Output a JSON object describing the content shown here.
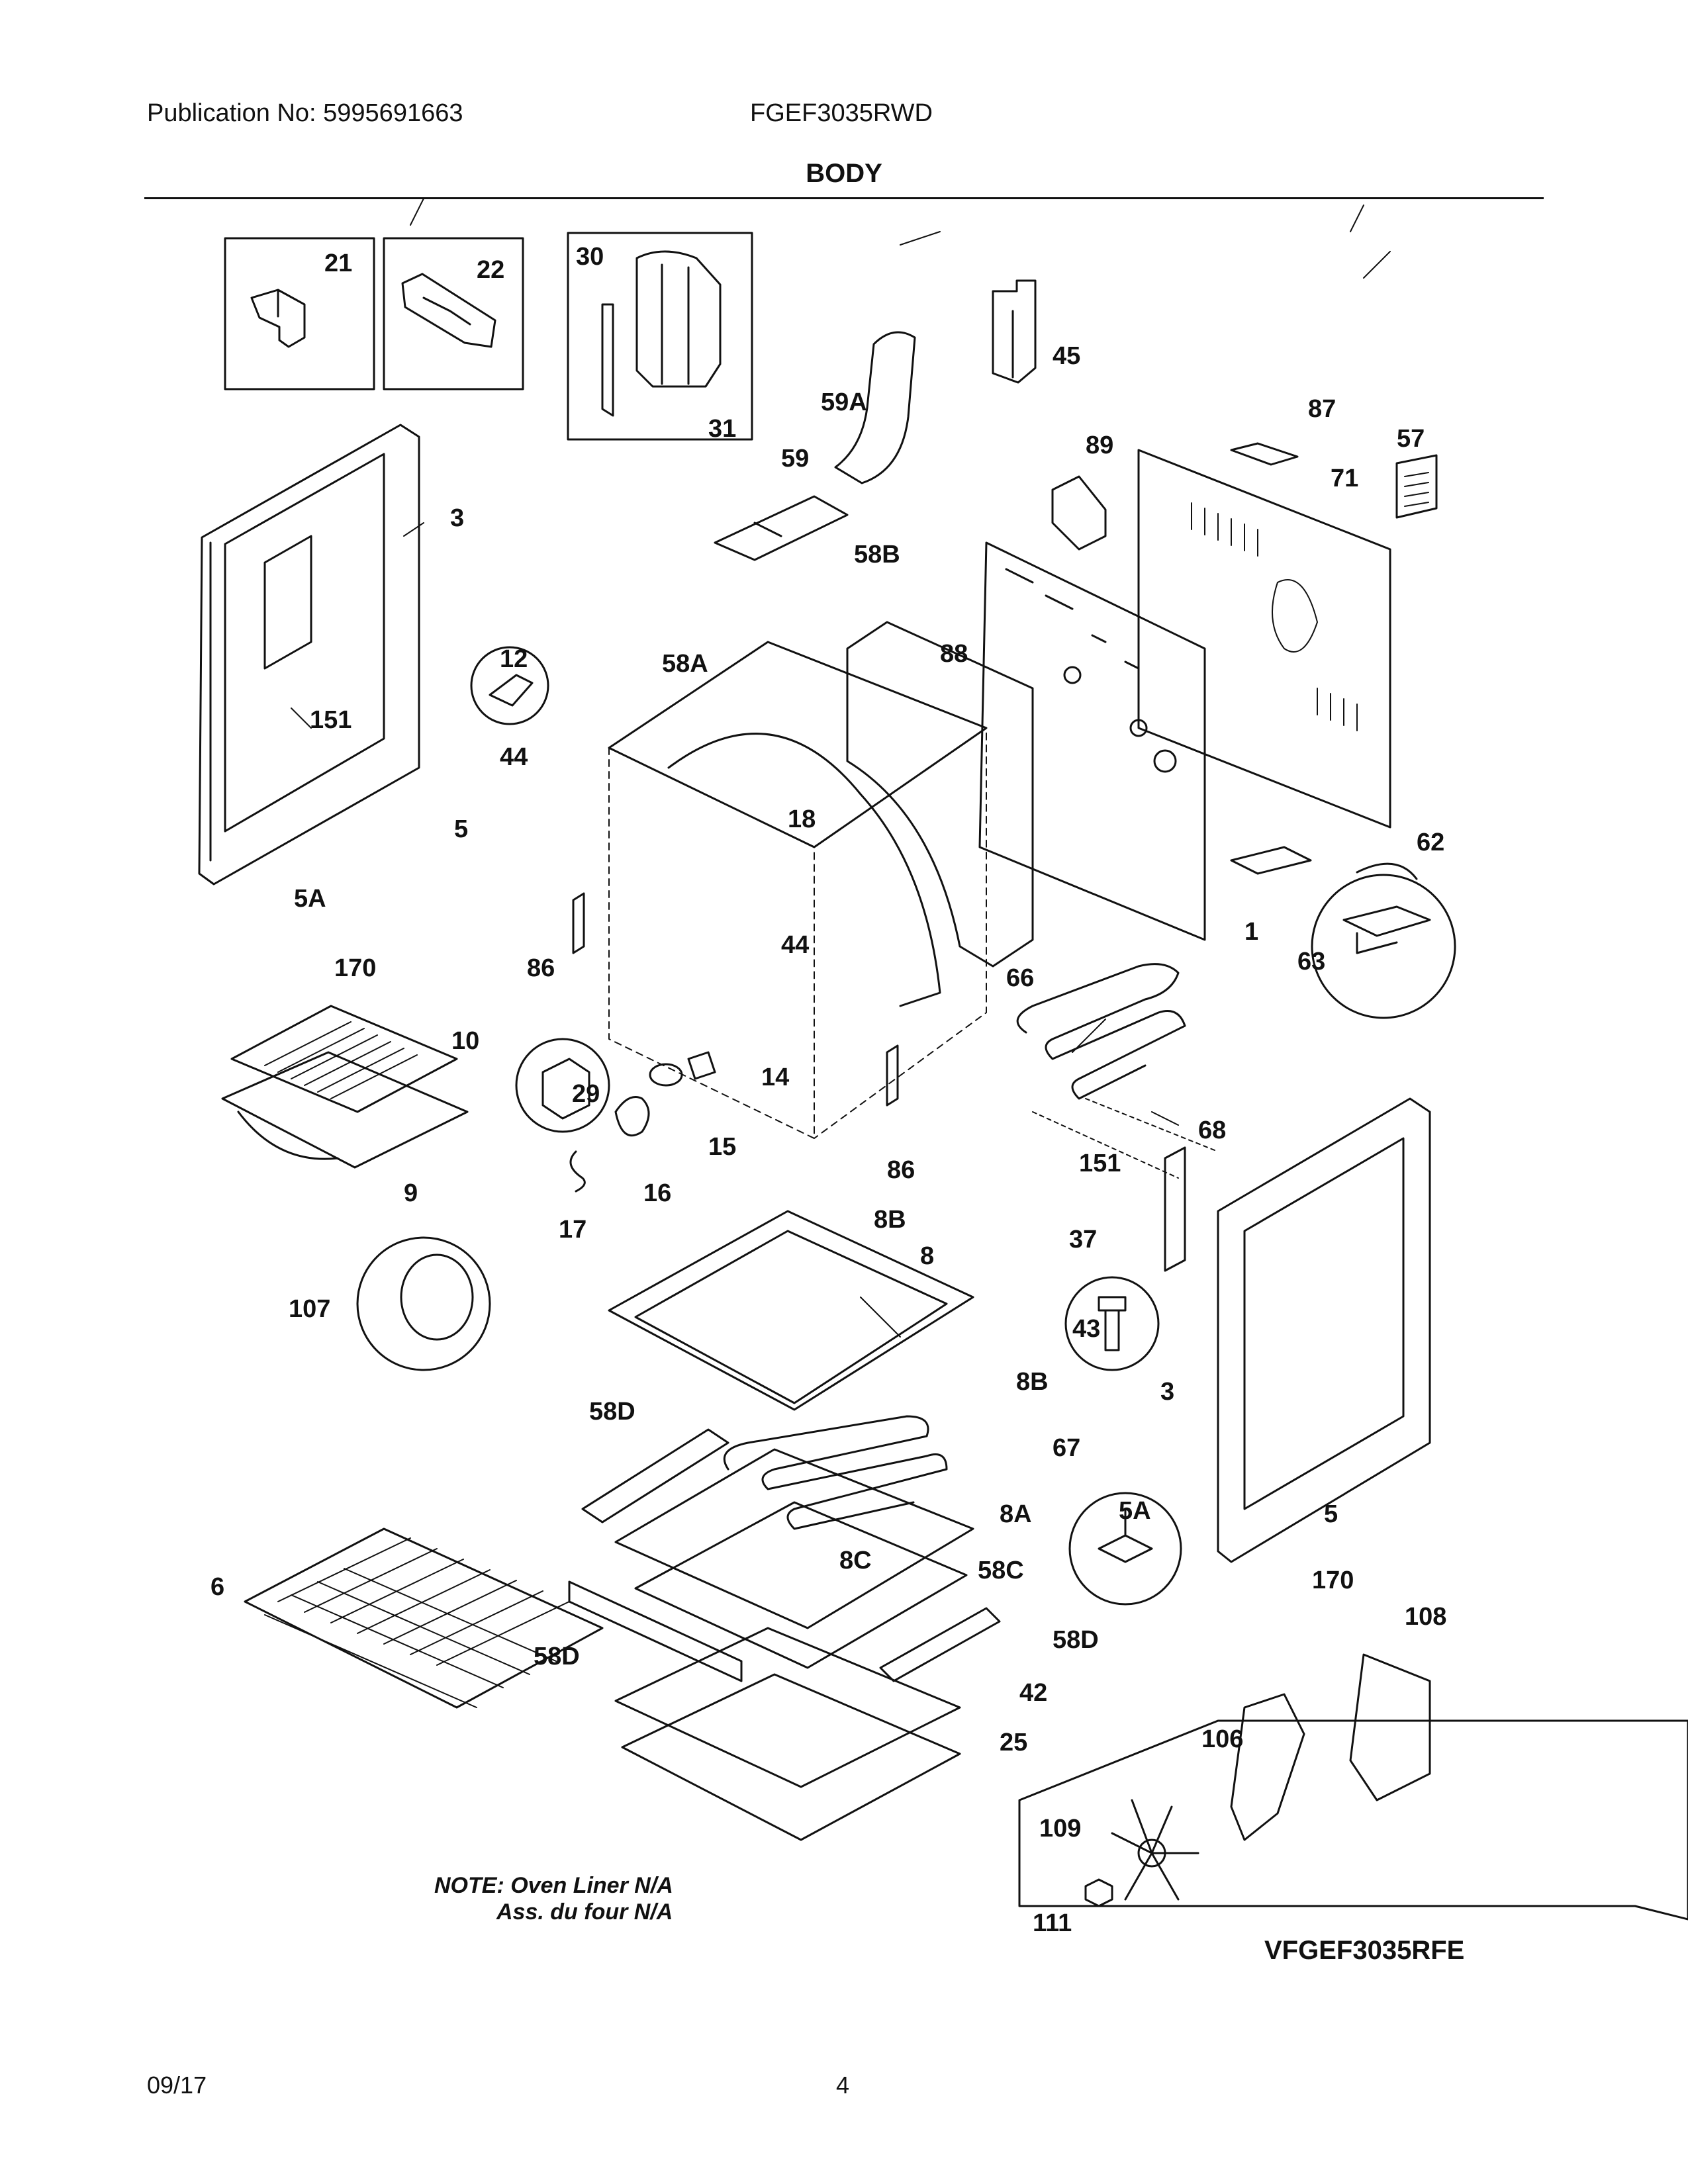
{
  "header": {
    "publication": "Publication No: 5995691663",
    "model": "FGEF3035RWD",
    "section_title": "BODY"
  },
  "footer": {
    "date": "09/17",
    "page": "4"
  },
  "diagram": {
    "callouts": {
      "p21": "21",
      "p22": "22",
      "p30": "30",
      "p31": "31",
      "p45": "45",
      "p59a": "59A",
      "p59": "59",
      "p87": "87",
      "p57": "57",
      "p89": "89",
      "p71": "71",
      "p3a": "3",
      "p151a": "151",
      "p12": "12",
      "p58b": "58B",
      "p88": "88",
      "p58a": "58A",
      "p44a": "44",
      "p18": "18",
      "p5a": "5",
      "p5aa": "5A",
      "p170a": "170",
      "p86a": "86",
      "p44b": "44",
      "p62": "62",
      "p1": "1",
      "p63": "63",
      "p66": "66",
      "p10": "10",
      "p29": "29",
      "p14": "14",
      "p15": "15",
      "p9": "9",
      "p16": "16",
      "p86b": "86",
      "p68": "68",
      "p151b": "151",
      "p17": "17",
      "p8b1": "8B",
      "p8": "8",
      "p37": "37",
      "p107": "107",
      "p43": "43",
      "p8b2": "8B",
      "p3b": "3",
      "p58d1": "58D",
      "p67": "67",
      "p5ab": "5A",
      "p8a": "8A",
      "p5b": "5",
      "p8c": "8C",
      "p58c": "58C",
      "p6": "6",
      "p170b": "170",
      "p58d2": "58D",
      "p108": "108",
      "p58d3": "58D",
      "p42": "42",
      "p25": "25",
      "p106": "106",
      "p109": "109",
      "p111": "111"
    },
    "note_line1": "NOTE: Oven Liner N/A",
    "note_line2": "Ass. du four N/A",
    "variant_label": "VFGEF3035RFE"
  }
}
